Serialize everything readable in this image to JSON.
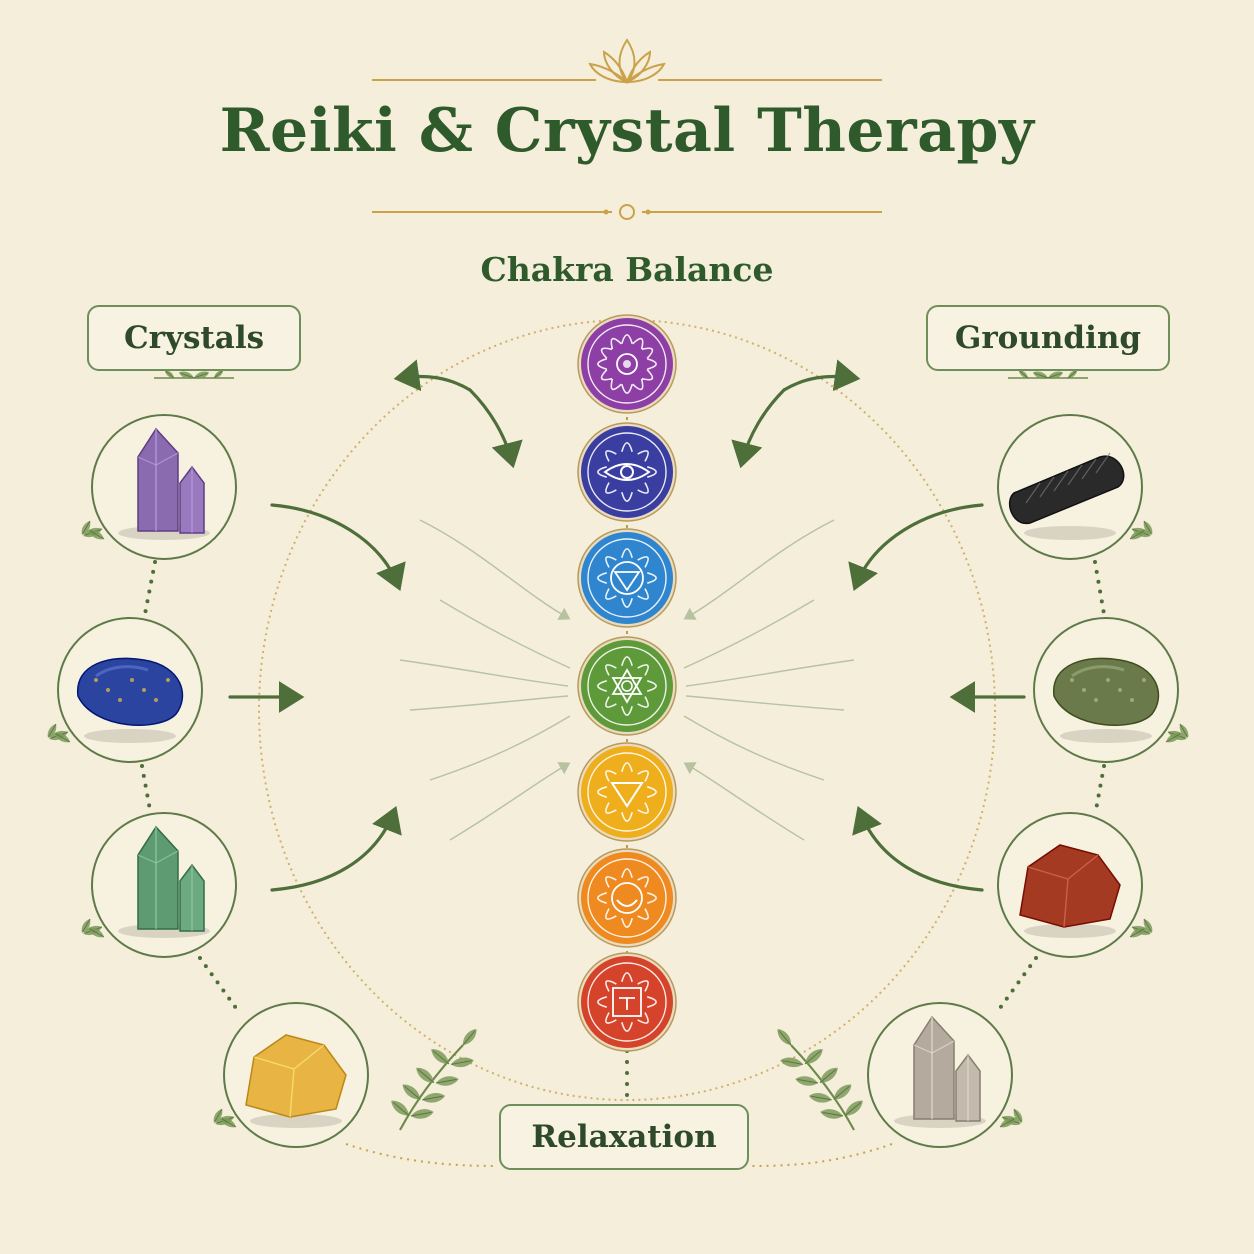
{
  "header": {
    "title": "Reiki & Crystal Therapy",
    "subtitle": "Chakra Balance"
  },
  "labels": {
    "left": "Crystals",
    "right": "Grounding",
    "bottom": "Relaxation"
  },
  "chakras": [
    {
      "name": "crown",
      "color": "#8e3fa6",
      "symbol": "lotus"
    },
    {
      "name": "third-eye",
      "color": "#3a3ea0",
      "symbol": "eye"
    },
    {
      "name": "throat",
      "color": "#2f86cf",
      "symbol": "triangle-circle"
    },
    {
      "name": "heart",
      "color": "#5e9a3a",
      "symbol": "star"
    },
    {
      "name": "solar-plexus",
      "color": "#efae1c",
      "symbol": "down-triangle"
    },
    {
      "name": "sacral",
      "color": "#ee8a1f",
      "symbol": "crescent"
    },
    {
      "name": "root",
      "color": "#d5442a",
      "symbol": "square"
    }
  ],
  "crystals_left": [
    {
      "name": "amethyst",
      "color": "#8a6bb0",
      "shape": "point"
    },
    {
      "name": "lapis-lazuli",
      "color": "#2b44a0",
      "shape": "tumble"
    },
    {
      "name": "green-aventurine",
      "color": "#5e9a72",
      "shape": "point"
    },
    {
      "name": "citrine",
      "color": "#e8b444",
      "shape": "rough"
    }
  ],
  "crystals_right": [
    {
      "name": "black-tourmaline",
      "color": "#2a2a2a",
      "shape": "rod"
    },
    {
      "name": "moss-agate",
      "color": "#6a7a4a",
      "shape": "tumble"
    },
    {
      "name": "red-jasper",
      "color": "#a43a22",
      "shape": "rough"
    },
    {
      "name": "smoky-quartz",
      "color": "#b4aa9e",
      "shape": "point"
    }
  ],
  "colors": {
    "background": "#f4eedb",
    "title": "#2f5a2c",
    "gold": "#c9a24a",
    "arrow": "#4e6e3a",
    "frame": "#6f8f5a",
    "leaf": "#7d9a5a"
  }
}
